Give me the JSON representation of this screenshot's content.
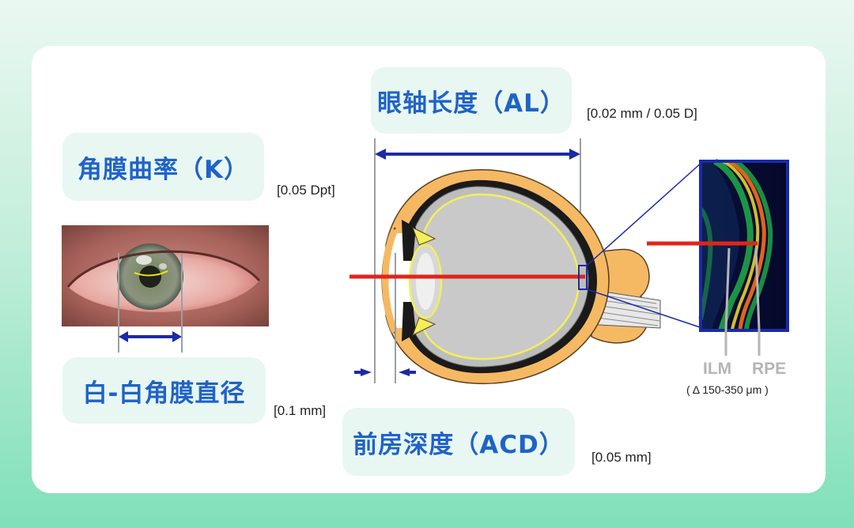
{
  "labels": {
    "axial_length": "眼轴长度（AL）",
    "keratometry": "角膜曲率（K）",
    "white_to_white": "白-白角膜直径",
    "acd": "前房深度（ACD）"
  },
  "specs": {
    "axial_length": "[0.02 mm / 0.05 D]",
    "keratometry": "[0.05 Dpt]",
    "white_to_white": "[0.1 mm]",
    "acd": "[0.05 mm]"
  },
  "oct": {
    "ilm": "ILM",
    "rpe": "RPE",
    "range": "( Δ 150-350 μm )"
  },
  "colors": {
    "label_text": "#1f63c8",
    "pill_bg": "#e8f7f1",
    "arrow": "#1b2aa8",
    "laser": "#e0251b",
    "sclera": "#f5b964",
    "lens_outline": "#f3ef5a"
  },
  "icons": {
    "eye_photo": "eye-photo",
    "eye_diagram": "eye-cross-section",
    "oct_scan": "oct-retina-scan"
  }
}
